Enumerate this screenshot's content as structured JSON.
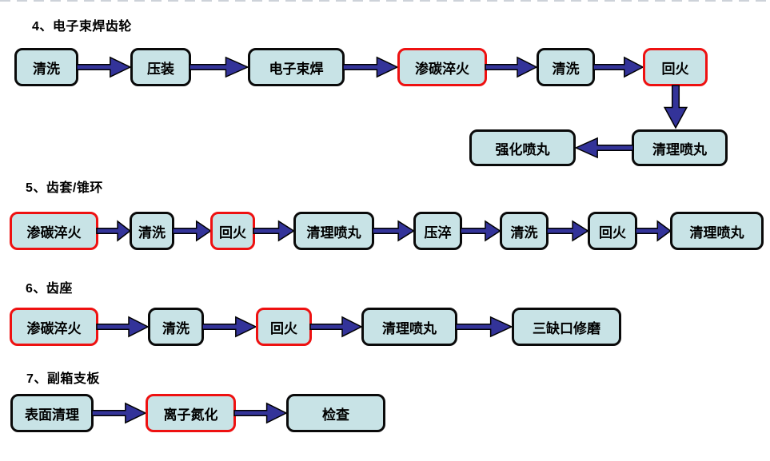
{
  "colors": {
    "background": "#ffffff",
    "node_fill": "#c8e3e6",
    "node_border": "#0a0a0a",
    "highlight_border": "#ee1111",
    "arrow_fill": "#333399",
    "arrow_outline": "#000000",
    "node_text": "#000000",
    "title_text": "#000000",
    "dash_color": "#cdd2d9"
  },
  "sections": [
    {
      "title": "4、电子束焊齿轮",
      "nodes": [
        {
          "label": "清洗",
          "highlighted": false
        },
        {
          "label": "压装",
          "highlighted": false
        },
        {
          "label": "电子束焊",
          "highlighted": false
        },
        {
          "label": "渗碳淬火",
          "highlighted": true
        },
        {
          "label": "清洗",
          "highlighted": false
        },
        {
          "label": "回火",
          "highlighted": true
        },
        {
          "label": "清理喷丸",
          "highlighted": false
        },
        {
          "label": "强化喷丸",
          "highlighted": false
        }
      ]
    },
    {
      "title": "5、齿套/锥环",
      "nodes": [
        {
          "label": "渗碳淬火",
          "highlighted": true
        },
        {
          "label": "清洗",
          "highlighted": false
        },
        {
          "label": "回火",
          "highlighted": true
        },
        {
          "label": "清理喷丸",
          "highlighted": false
        },
        {
          "label": "压淬",
          "highlighted": false
        },
        {
          "label": "清洗",
          "highlighted": false
        },
        {
          "label": "回火",
          "highlighted": false
        },
        {
          "label": "清理喷丸",
          "highlighted": false
        }
      ]
    },
    {
      "title": "6、齿座",
      "nodes": [
        {
          "label": "渗碳淬火",
          "highlighted": true
        },
        {
          "label": "清洗",
          "highlighted": false
        },
        {
          "label": "回火",
          "highlighted": true
        },
        {
          "label": "清理喷丸",
          "highlighted": false
        },
        {
          "label": "三缺口修磨",
          "highlighted": false
        }
      ]
    },
    {
      "title": "7、副箱支板",
      "nodes": [
        {
          "label": "表面清理",
          "highlighted": false
        },
        {
          "label": "离子氮化",
          "highlighted": true
        },
        {
          "label": "检查",
          "highlighted": false
        }
      ]
    }
  ]
}
